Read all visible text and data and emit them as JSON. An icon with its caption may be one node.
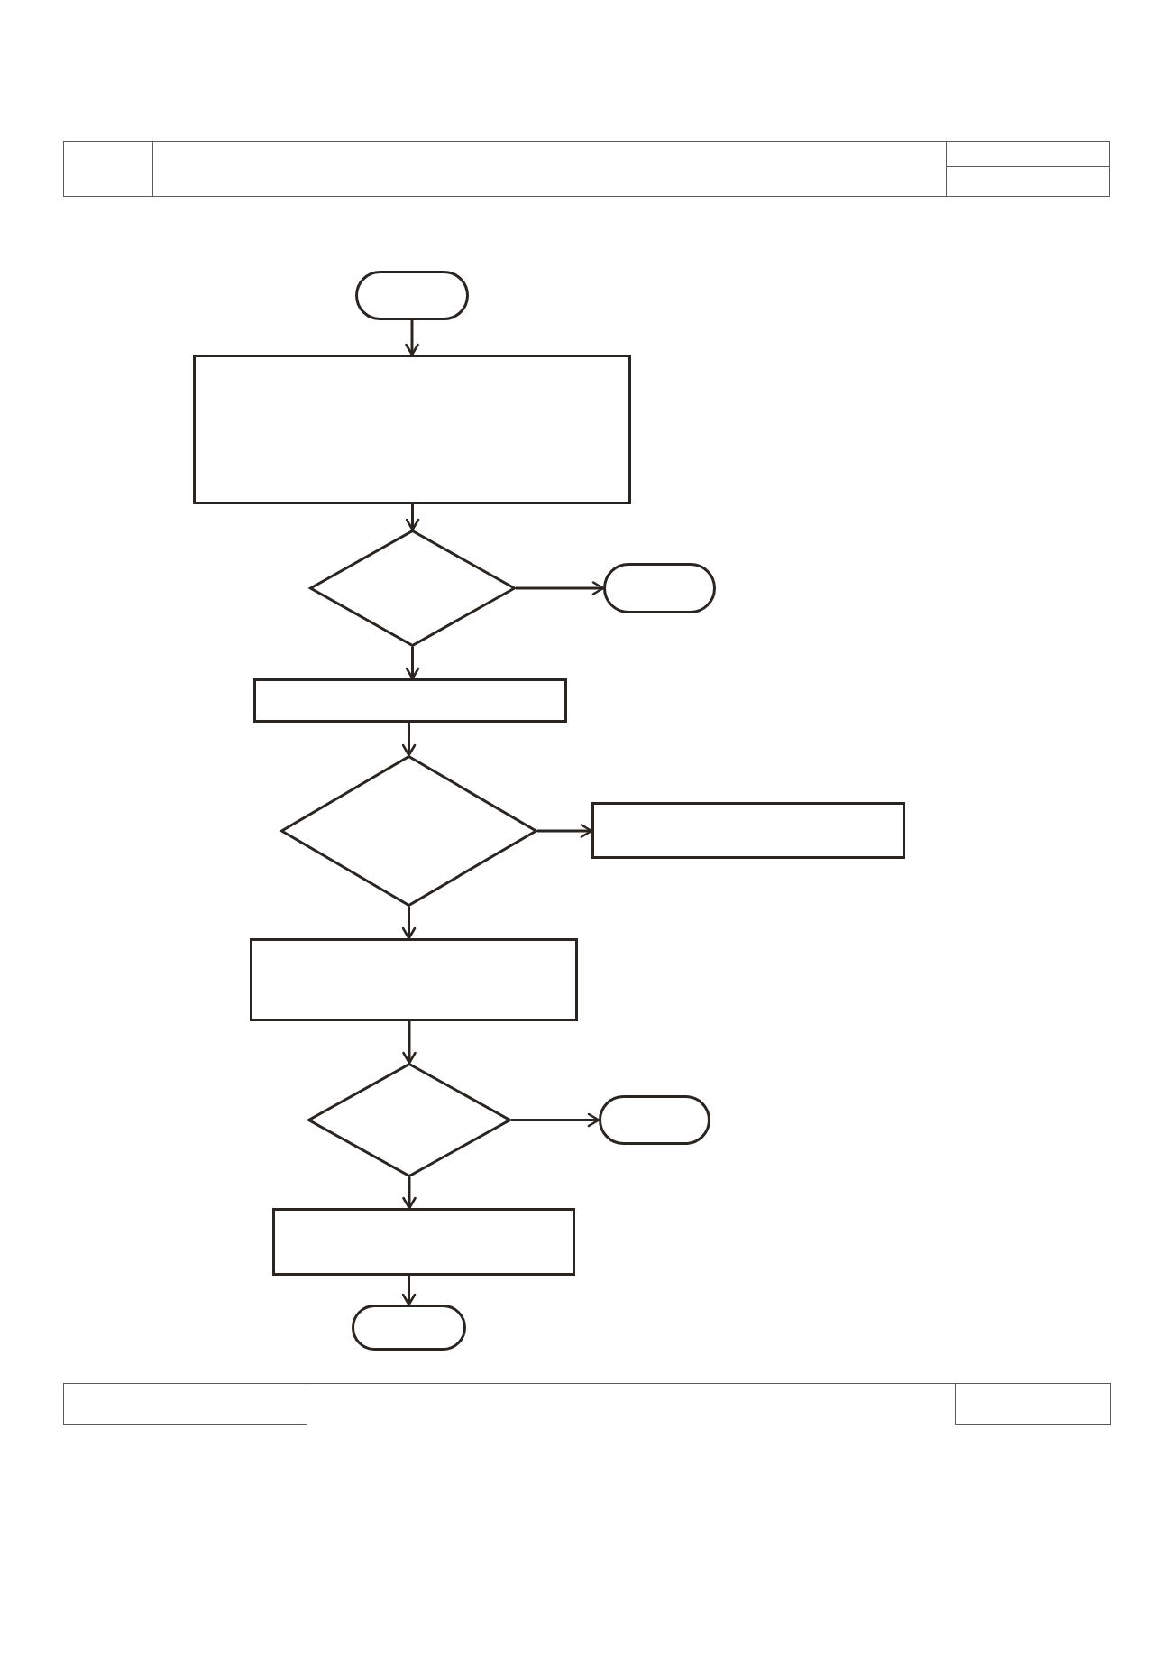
{
  "diagram": {
    "nodes": [
      {
        "text": [],
        "shape": "oval"
      },
      {
        "text": [],
        "shape": "box"
      },
      {
        "text": [],
        "shape": "diamond"
      },
      {
        "text": [],
        "shape": "oval"
      },
      {
        "text": [],
        "shape": "box"
      },
      {
        "text": [],
        "shape": "diamond"
      },
      {
        "text": [],
        "shape": "box"
      },
      {
        "text": [],
        "shape": "box"
      },
      {
        "text": [],
        "shape": "diamond"
      },
      {
        "text": [],
        "shape": "oval"
      },
      {
        "text": [],
        "shape": "box"
      },
      {
        "text": [],
        "shape": "oval"
      }
    ],
    "edges": [
      {
        "from": 0,
        "to": 1,
        "arrow": "to"
      },
      {
        "from": 1,
        "to": 2,
        "arrow": "to"
      },
      {
        "from": 2,
        "to": 3,
        "arrow": "to"
      },
      {
        "from": 2,
        "to": 4,
        "arrow": "to"
      },
      {
        "from": 4,
        "to": 5,
        "arrow": "to"
      },
      {
        "from": 5,
        "to": 6,
        "arrow": "to"
      },
      {
        "from": 5,
        "to": 7,
        "arrow": "to"
      },
      {
        "from": 7,
        "to": 8,
        "arrow": "to"
      },
      {
        "from": 8,
        "to": 9,
        "arrow": "to"
      },
      {
        "from": 8,
        "to": 10,
        "arrow": "to"
      },
      {
        "from": 10,
        "to": 11,
        "arrow": "to"
      }
    ]
  }
}
